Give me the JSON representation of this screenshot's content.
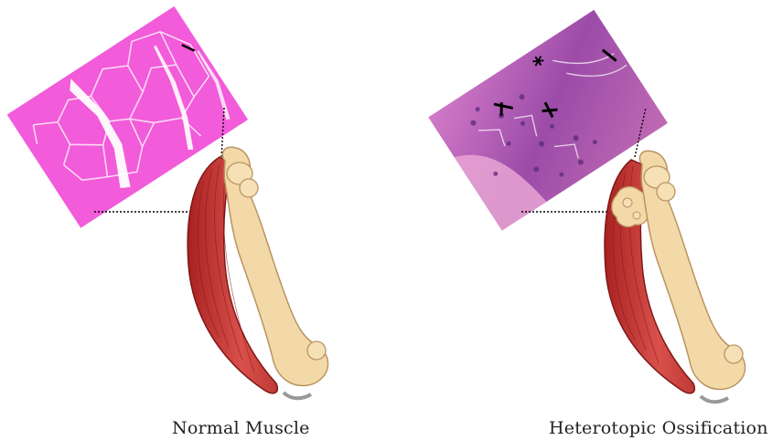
{
  "figure": {
    "panels": [
      {
        "id": "normal",
        "caption": "Normal Muscle"
      },
      {
        "id": "ho",
        "caption": "Heterotopic Ossification"
      }
    ],
    "colors": {
      "muscle_dark": "#b82a2a",
      "muscle_light": "#dd5a55",
      "bone_fill": "#f4d9a8",
      "bone_outline": "#b99462",
      "he_normal": "#f25bd9",
      "he_ho": "#b45cb0",
      "leader_line": "#000000"
    },
    "ho_annotations": [
      "*"
    ]
  }
}
